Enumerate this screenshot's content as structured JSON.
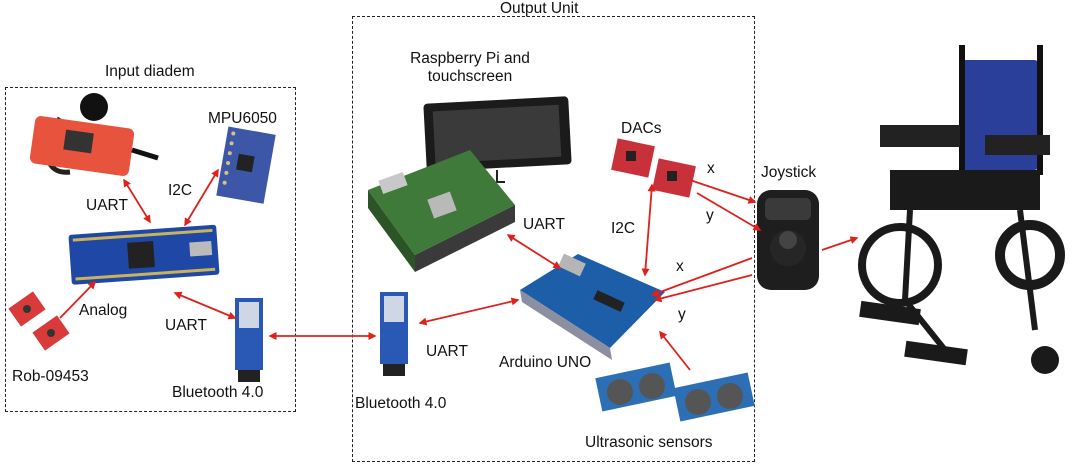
{
  "groups": {
    "input": {
      "title": "Input diadem"
    },
    "output": {
      "title": "Output Unit"
    }
  },
  "components": {
    "mpu": "MPU6050",
    "raspberry": "Raspberry Pi and\ntouchscreen",
    "dacs": "DACs",
    "joystick": "Joystick",
    "analog_sensor": "Rob-09453",
    "bt_input": "Bluetooth 4.0",
    "bt_output": "Bluetooth 4.0",
    "arduino": "Arduino UNO",
    "ultrasonic": "Ultrasonic sensors"
  },
  "connections": {
    "uart_voice": "UART",
    "i2c_mpu": "I2C",
    "analog": "Analog",
    "uart_bt_in": "UART",
    "uart_rpi": "UART",
    "uart_bt_out": "UART",
    "i2c_dac": "I2C",
    "x_dac": "x",
    "y_dac": "y",
    "x_arduino": "x",
    "y_arduino": "y"
  },
  "colors": {
    "arrow": "#e0201b",
    "dash": "#222222"
  }
}
